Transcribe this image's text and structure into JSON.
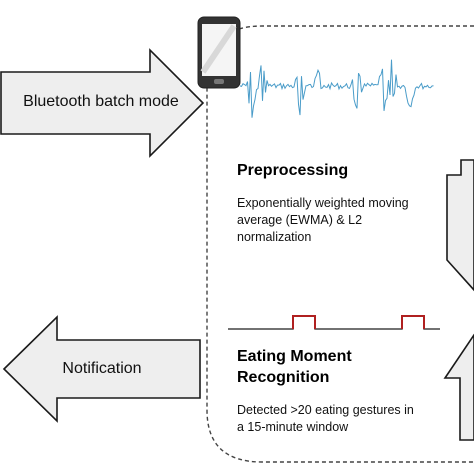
{
  "arrows": {
    "input_label": "Bluetooth batch mode",
    "output_label": "Notification"
  },
  "steps": [
    {
      "title": "Preprocessing",
      "description_lines": [
        "Exponentially weighted moving",
        "average (EWMA) & L2",
        "normalization"
      ]
    },
    {
      "title_lines": [
        "Eating Moment",
        "Recognition"
      ],
      "description_lines": [
        "Detected >20 eating gestures in",
        "a 15-minute window"
      ]
    }
  ],
  "colors": {
    "arrow_fill": "#eeeeee",
    "arrow_stroke": "#1a1a1a",
    "signal": "#4a9cc9",
    "pulse": "#b02020",
    "dashed_border": "#444444",
    "phone_body": "#333333",
    "phone_screen": "#f5f5f5"
  },
  "icons": [
    "smartphone-icon"
  ]
}
